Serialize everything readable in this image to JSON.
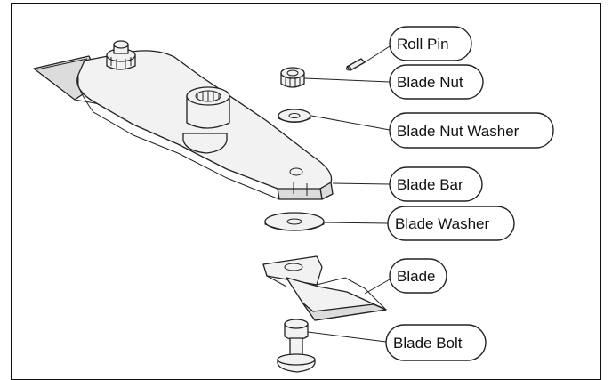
{
  "labels": {
    "roll_pin": "Roll Pin",
    "blade_nut": "Blade Nut",
    "blade_nut_washer": "Blade Nut Washer",
    "blade_bar": "Blade Bar",
    "blade_washer": "Blade Washer",
    "blade": "Blade",
    "blade_bolt": "Blade Bolt"
  }
}
